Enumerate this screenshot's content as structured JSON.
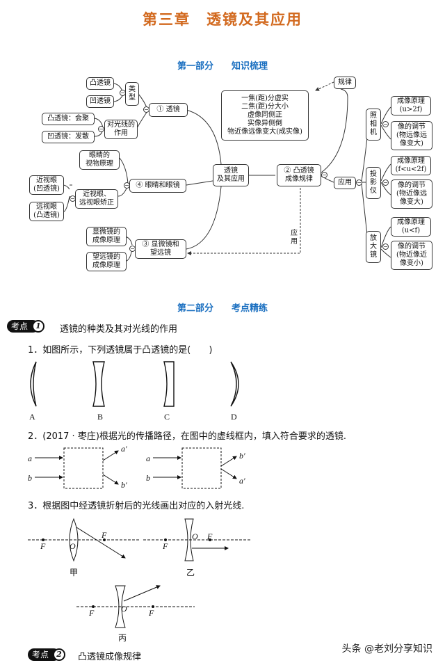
{
  "title": "第三章　透镜及其应用",
  "part1": "第一部分　　知识梳理",
  "part2": "第二部分　　考点精练",
  "map": {
    "convex": "凸透镜",
    "concave": "凹透镜",
    "types": "类\n型",
    "lens": "① 透镜",
    "convex_converge": "凸透镜：会聚",
    "concave_diverge": "凹透镜：发散",
    "effect_on_light": "对光线的\n作用",
    "eye_principle": "眼睛的\n视物原理",
    "eye_glasses": "④ 眼睛和眼镜",
    "myopia": "近视眼\n(凹透镜)",
    "hyperopia": "远视眼\n(凸透镜)",
    "correction": "近视眼、\n远视眼矫正",
    "microscope_principle": "显微镜的\n成像原理",
    "telescope_principle": "望远镜的\n成像原理",
    "micro_tele": "③ 显微镜和\n望远镜",
    "center": "透镜\n及其应用",
    "rules_box": "一焦(距)分虚实\n二焦(距)分大小\n虚像同侧正\n实像异侧倒\n物近像远像变大(成实像)",
    "rule": "规律",
    "imaging": "② 凸透镜\n成像规律",
    "application": "应用",
    "apply_vertical": "应\n用",
    "camera": "照\n相\n机",
    "camera_principle": "成像原理\n(u>2f)",
    "camera_adjust": "像的调节\n(物远像远\n像变大)",
    "projector": "投\n影\n仪",
    "projector_principle": "成像原理\n(f<u<2f)",
    "projector_adjust": "像的调节\n(物近像远\n像变大)",
    "magnifier": "放\n大\n镜",
    "magnifier_principle": "成像原理\n(u<f)",
    "magnifier_adjust": "像的调节\n(物近像近\n像变小)",
    "minus": "−"
  },
  "k1": {
    "badge": "考点",
    "num": "1",
    "text": "透镜的种类及其对光线的作用"
  },
  "q1": {
    "text": "1．如图所示，下列透镜属于凸透镜的是(　　)",
    "A": "A",
    "B": "B",
    "C": "C",
    "D": "D"
  },
  "q2": {
    "text": "2．(2017 · 枣庄)根据光的传播路径，在图中的虚线框内，填入符合要求的透镜.",
    "a": "a",
    "b": "b",
    "a2": "a′",
    "b2": "b′"
  },
  "q3": {
    "text": "3．根据图中经透镜折射后的光线画出对应的入射光线.",
    "F": "F",
    "O": "O",
    "jia": "甲",
    "yi": "乙",
    "bing": "丙"
  },
  "k2": {
    "badge": "考点",
    "num": "2",
    "text": "凸透镜成像规律"
  },
  "watermark": "头条 @老刘分享知识"
}
